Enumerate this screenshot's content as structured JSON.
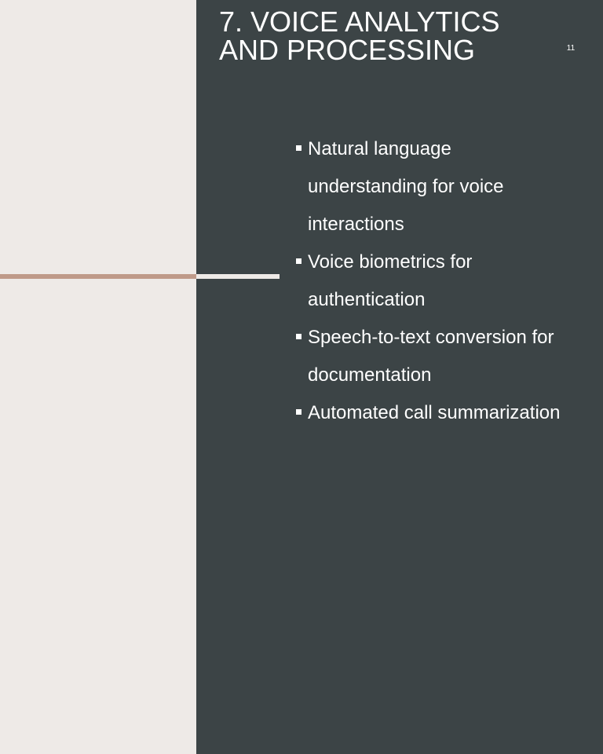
{
  "slide": {
    "title": "7. Voice Analytics and Processing",
    "page_number": "11",
    "bullets": [
      "Natural language understanding for voice interactions",
      "Voice biometrics for authentication",
      "Speech-to-text conversion for documentation",
      "Automated call summarization"
    ]
  },
  "colors": {
    "left_background": "#eeeae7",
    "right_background": "#3c4446",
    "accent_line": "#bf9a89",
    "text": "#ffffff"
  }
}
